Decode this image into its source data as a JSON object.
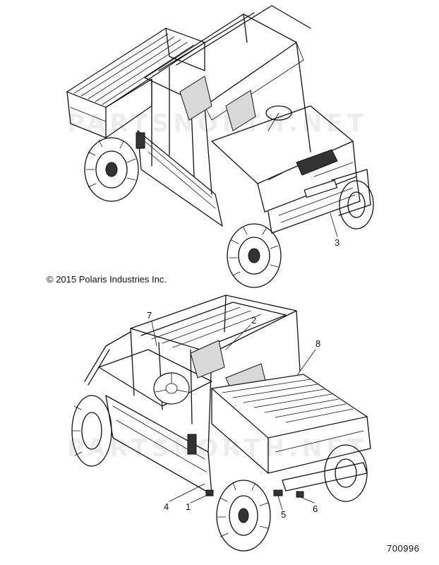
{
  "watermark": {
    "text_top": "PARTSNORTH.NET",
    "text_bottom": "PARTSNORTH.NET"
  },
  "copyright": "© 2015 Polaris Industries Inc.",
  "part_number": "700996",
  "callouts": {
    "c1": "1",
    "c2": "2",
    "c3": "3",
    "c4": "4",
    "c5": "5",
    "c6": "6",
    "c7": "7",
    "c8": "8"
  },
  "icons": {
    "top_view": "utv-rear-three-quarter-illustration",
    "bottom_view": "utv-front-three-quarter-illustration"
  }
}
